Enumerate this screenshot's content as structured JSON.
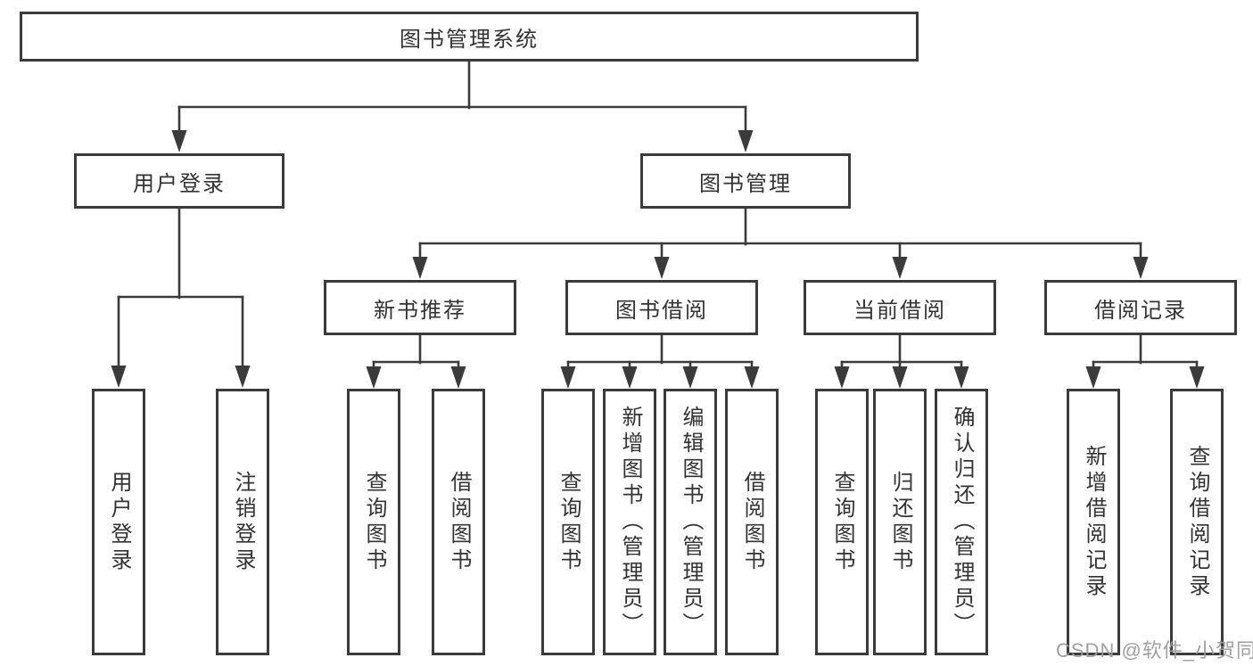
{
  "tree": {
    "root": {
      "label": "图书管理系统"
    },
    "level2": [
      {
        "label": "用户登录",
        "leaves": [
          {
            "label": "用户登录"
          },
          {
            "label": "注销登录"
          }
        ]
      },
      {
        "label": "图书管理",
        "children": [
          {
            "label": "新书推荐",
            "leaves": [
              {
                "label": "查询图书"
              },
              {
                "label": "借阅图书"
              }
            ]
          },
          {
            "label": "图书借阅",
            "leaves": [
              {
                "label": "查询图书"
              },
              {
                "label": "新增图书（管理员）"
              },
              {
                "label": "编辑图书（管理员）"
              },
              {
                "label": "借阅图书"
              }
            ]
          },
          {
            "label": "当前借阅",
            "leaves": [
              {
                "label": "查询图书"
              },
              {
                "label": "归还图书"
              },
              {
                "label": "确认归还（管理员）"
              }
            ]
          },
          {
            "label": "借阅记录",
            "leaves": [
              {
                "label": "新增借阅记录"
              },
              {
                "label": "查询借阅记录"
              }
            ]
          }
        ]
      }
    ]
  },
  "watermark": {
    "text": "CSDN @软件_小贺同学"
  },
  "colors": {
    "line": "#3b3b3b",
    "box_border": "#3b3b3b",
    "text": "#333333",
    "watermark": "#9b9b9b",
    "background": "#ffffff"
  }
}
